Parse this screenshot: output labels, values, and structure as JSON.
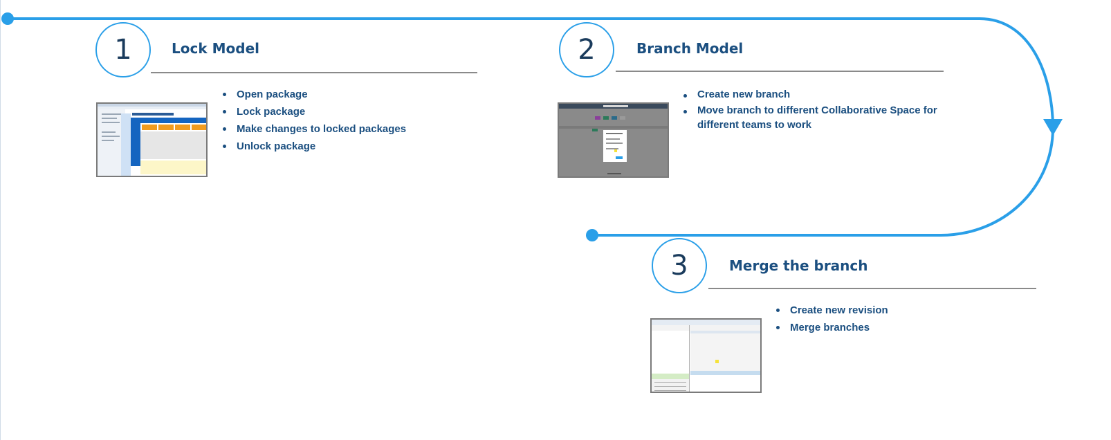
{
  "colors": {
    "accent": "#2a9fe8",
    "title": "#1b4f80",
    "rule": "#8a8a8a"
  },
  "steps": [
    {
      "number": "1",
      "title": "Lock Model",
      "bullets": [
        "Open package",
        "Lock package",
        "Make changes to locked packages",
        "Unlock package"
      ],
      "screenshot_icon": "magicdraw-lock-screenshot"
    },
    {
      "number": "2",
      "title": "Branch Model",
      "bullets": [
        "Create new branch",
        "Move branch to different Collaborative Space for different teams to work"
      ],
      "screenshot_icon": "branch-dialog-screenshot"
    },
    {
      "number": "3",
      "title": "Merge the branch",
      "bullets": [
        "Create new revision",
        "Merge branches"
      ],
      "screenshot_icon": "merge-window-screenshot"
    }
  ]
}
